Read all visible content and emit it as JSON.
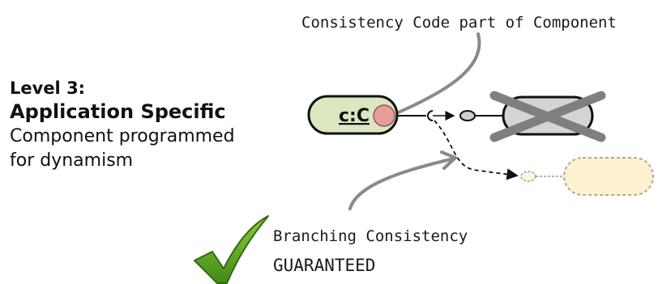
{
  "level": {
    "title": "Level 3:",
    "subtitle": "Application Specific",
    "description_line1": "Component programmed",
    "description_line2": "for dynamism"
  },
  "diagram": {
    "component_label": "c:C",
    "annotation_top": "Consistency Code part of Component",
    "annotation_bottom_line1": "Branching Consistency",
    "annotation_bottom_line2": "GUARANTEED"
  },
  "colors": {
    "component_fill": "#dbe8bf",
    "consistency_dot": "#e89c9c",
    "removed_fill": "#d4d4d4",
    "cross": "#7f7f7f",
    "new_target_fill": "#fdf1cf",
    "check_green": "#4f9a1e"
  },
  "icons": {
    "checkmark": "check-icon",
    "cross": "cross-icon"
  }
}
